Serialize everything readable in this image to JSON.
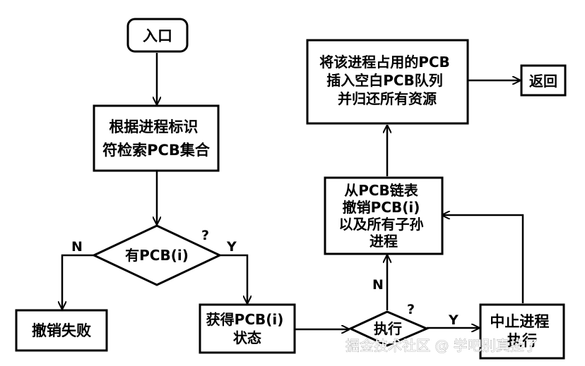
{
  "nodes": {
    "entry": {
      "text": "入口"
    },
    "search": {
      "lines": [
        "根据进程标识",
        "符检索PCB集合"
      ]
    },
    "has_pcb": {
      "text": "有PCB(i)",
      "mark": "?"
    },
    "fail": {
      "text": "撤销失败"
    },
    "get_state": {
      "lines": [
        "获得PCB(i)",
        "状态"
      ]
    },
    "executing": {
      "text": "执行",
      "mark": "?"
    },
    "stop": {
      "lines": [
        "中止进程",
        "执行"
      ]
    },
    "remove": {
      "lines": [
        "从PCB链表",
        "撤销PCB(i)",
        "以及所有子孙",
        "进程"
      ]
    },
    "insert": {
      "lines": [
        "将该进程占用的PCB",
        "插入空白PCB队列",
        "并归还所有资源"
      ]
    },
    "return": {
      "text": "返回"
    }
  },
  "edge_labels": {
    "has_no": "N",
    "has_yes": "Y",
    "exec_no": "N",
    "exec_yes": "Y"
  },
  "watermark": "掘金技术社区 @ 学吧别真挂了",
  "colors": {
    "stroke": "#000000",
    "background": "#ffffff"
  }
}
